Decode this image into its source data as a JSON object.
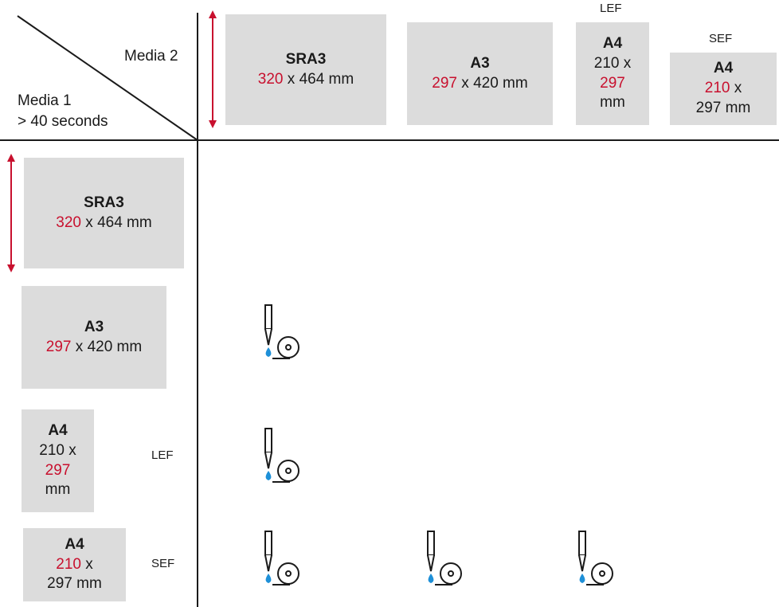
{
  "colors": {
    "card_bg": "#dcdcdc",
    "red": "#c8102e",
    "drop": "#1e90d8"
  },
  "header": {
    "media2_label": "Media 2",
    "media1_label": "Media 1",
    "duration_label": "> 40 seconds"
  },
  "columns": [
    {
      "name": "SRA3",
      "w": "320",
      "x": " x ",
      "h": "464 mm"
    },
    {
      "name": "A3",
      "w": "297",
      "x": " x ",
      "h": "420 mm"
    },
    {
      "name": "A4",
      "w_pre": "210 x",
      "red": "297",
      "post": "mm",
      "orientation": "LEF"
    },
    {
      "name": "A4",
      "red": "210",
      "post_red": " x",
      "h": "297 mm",
      "orientation": "SEF"
    }
  ],
  "rows": [
    {
      "name": "SRA3",
      "w": "320",
      "x": " x ",
      "h": "464 mm"
    },
    {
      "name": "A3",
      "w": "297",
      "x": " x ",
      "h": "420 mm"
    },
    {
      "name": "A4",
      "w_pre": "210 x",
      "red": "297",
      "post": "mm",
      "orientation": "LEF"
    },
    {
      "name": "A4",
      "red": "210",
      "post_red": " x",
      "h": "297 mm",
      "orientation": "SEF"
    }
  ],
  "cells": [
    {
      "row": "A3",
      "col": "SRA3",
      "icon": "inkjet-dryer-icon"
    },
    {
      "row": "A4 LEF",
      "col": "SRA3",
      "icon": "inkjet-dryer-icon"
    },
    {
      "row": "A4 SEF",
      "col": "SRA3",
      "icon": "inkjet-dryer-icon"
    },
    {
      "row": "A4 SEF",
      "col": "A3",
      "icon": "inkjet-dryer-icon"
    },
    {
      "row": "A4 SEF",
      "col": "A4 LEF",
      "icon": "inkjet-dryer-icon"
    }
  ]
}
